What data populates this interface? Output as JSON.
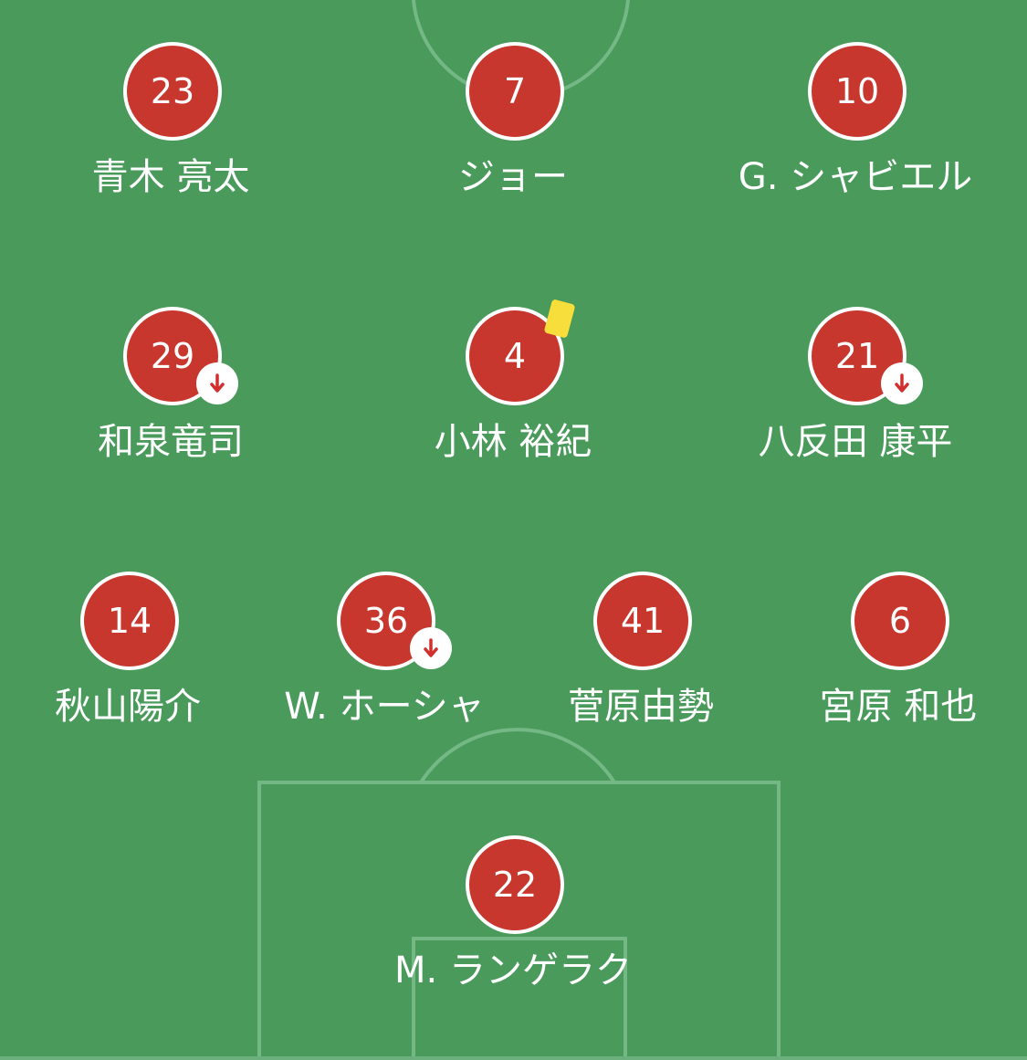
{
  "formation": {
    "forwards": [
      {
        "number": "23",
        "name": "青木 亮太"
      },
      {
        "number": "7",
        "name": "ジョー"
      },
      {
        "number": "10",
        "name": "G. シャビエル"
      }
    ],
    "midfielders": [
      {
        "number": "29",
        "name": "和泉竜司",
        "substituted": true
      },
      {
        "number": "4",
        "name": "小林 裕紀",
        "yellow_card": true
      },
      {
        "number": "21",
        "name": "八反田 康平",
        "substituted": true
      }
    ],
    "defenders": [
      {
        "number": "14",
        "name": "秋山陽介"
      },
      {
        "number": "36",
        "name": "W. ホーシャ",
        "substituted": true
      },
      {
        "number": "41",
        "name": "菅原由勢"
      },
      {
        "number": "6",
        "name": "宮原 和也"
      }
    ],
    "goalkeeper": {
      "number": "22",
      "name": "M. ランゲラク"
    }
  },
  "colors": {
    "pitch": "#4a9a5c",
    "lines": "#73b885",
    "player_disc": "#c8372d",
    "yellow_card": "#f7de3a",
    "sub_arrow": "#d22f2f"
  },
  "icons": {
    "substitution": "arrow-down-icon",
    "booking": "yellow-card-icon"
  }
}
